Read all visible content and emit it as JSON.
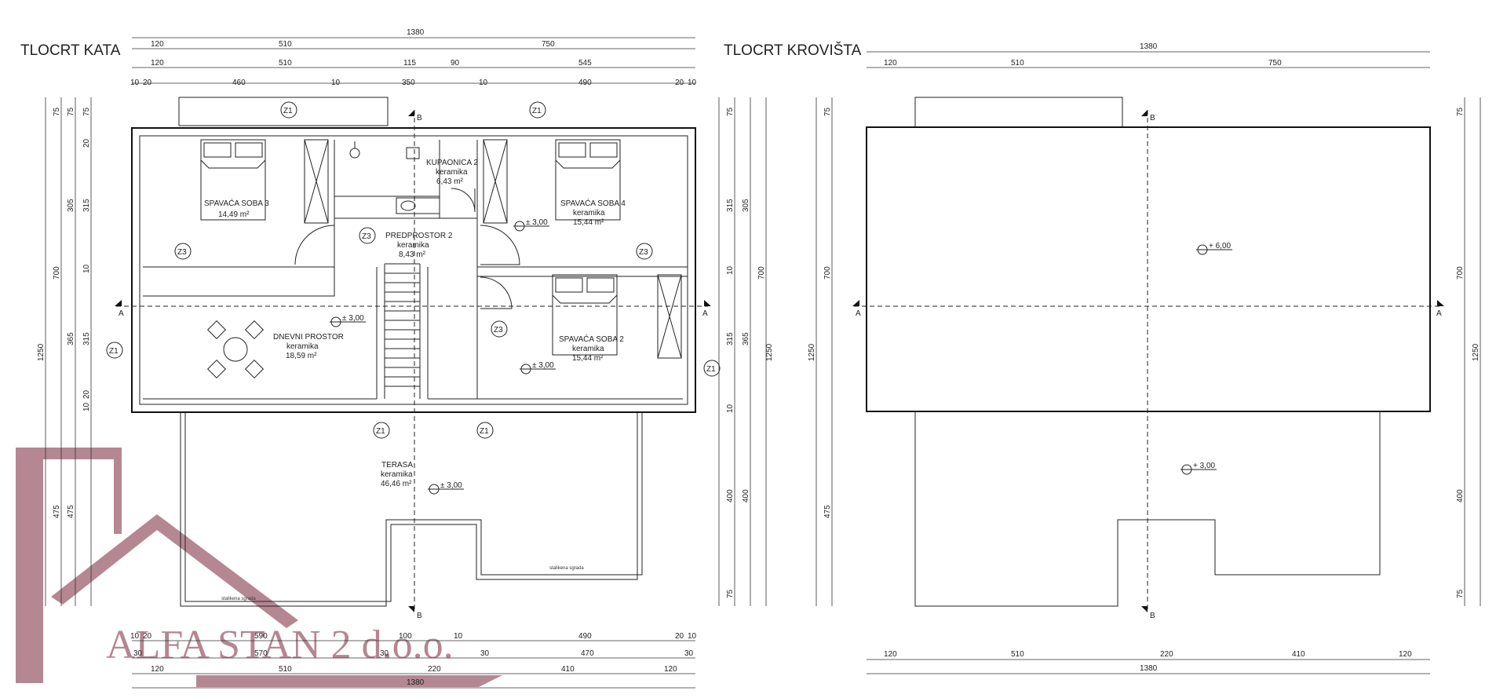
{
  "titles": {
    "left": "TLOCRT KATA",
    "right": "TLOCRT KROVIŠTA"
  },
  "watermark": {
    "text": "ALFA STAN 2 d.o.o.",
    "color": "#8e4657"
  },
  "rooms": [
    {
      "name": "SPAVAĆA SOBA 3",
      "finish": "",
      "area": "14,49 m²"
    },
    {
      "name": "KUPAONICA 2",
      "finish": "keramika",
      "area": "6,43 m²"
    },
    {
      "name": "SPAVAĆA SOBA 4",
      "finish": "keramika",
      "area": "15,44 m²"
    },
    {
      "name": "PREDPROSTOR 2",
      "finish": "keramika",
      "area": "8,43 m²"
    },
    {
      "name": "DNEVNI PROSTOR",
      "finish": "keramika",
      "area": "18,59 m²"
    },
    {
      "name": "SPAVAĆA SOBA 2",
      "finish": "keramika",
      "area": "15,44 m²"
    },
    {
      "name": "TERASA",
      "finish": "keramika",
      "area": "46,46 m²"
    }
  ],
  "levels": {
    "floor": "± 3,00",
    "roof": "+ 6,00",
    "roof_terrace": "+ 3,00"
  },
  "tags": {
    "z1": "Z1",
    "z3": "Z3"
  },
  "sections": {
    "a": "A",
    "b": "B"
  },
  "notes": {
    "existing": "stalikena sgrada"
  },
  "dims_left": {
    "top_total": "1380",
    "top_row1": [
      "120",
      "510",
      "750"
    ],
    "top_row2": [
      "120",
      "510",
      "115",
      "90",
      "545"
    ],
    "top_row3": [
      "10",
      "20",
      "460",
      "10",
      "350",
      "10",
      "490",
      "20",
      "10"
    ],
    "bottom_row1": [
      "10",
      "20",
      "590",
      "100",
      "10",
      "490",
      "20",
      "10"
    ],
    "bottom_row2": [
      "30",
      "570",
      "30",
      "30",
      "470",
      "30"
    ],
    "bottom_row3": [
      "120",
      "510",
      "220",
      "410",
      "120"
    ],
    "bottom_total": "1380",
    "side_outer": [
      "75",
      "700",
      "475"
    ],
    "side_total": "1250",
    "side_mid": [
      "75",
      "305",
      "365"
    ],
    "side_inner": [
      "75",
      "20",
      "315",
      "10",
      "315",
      "20",
      "10",
      "400",
      "75"
    ],
    "side_small": [
      "10",
      "10"
    ]
  },
  "dims_right": {
    "top_total": "1380",
    "top_row1": [
      "120",
      "510",
      "750"
    ],
    "bottom_row1": [
      "120",
      "510",
      "220",
      "410",
      "120"
    ],
    "bottom_total": "1380",
    "side_left": [
      "75",
      "700",
      "1250",
      "475"
    ],
    "side_right": [
      "75",
      "700",
      "1250",
      "400",
      "75"
    ]
  }
}
